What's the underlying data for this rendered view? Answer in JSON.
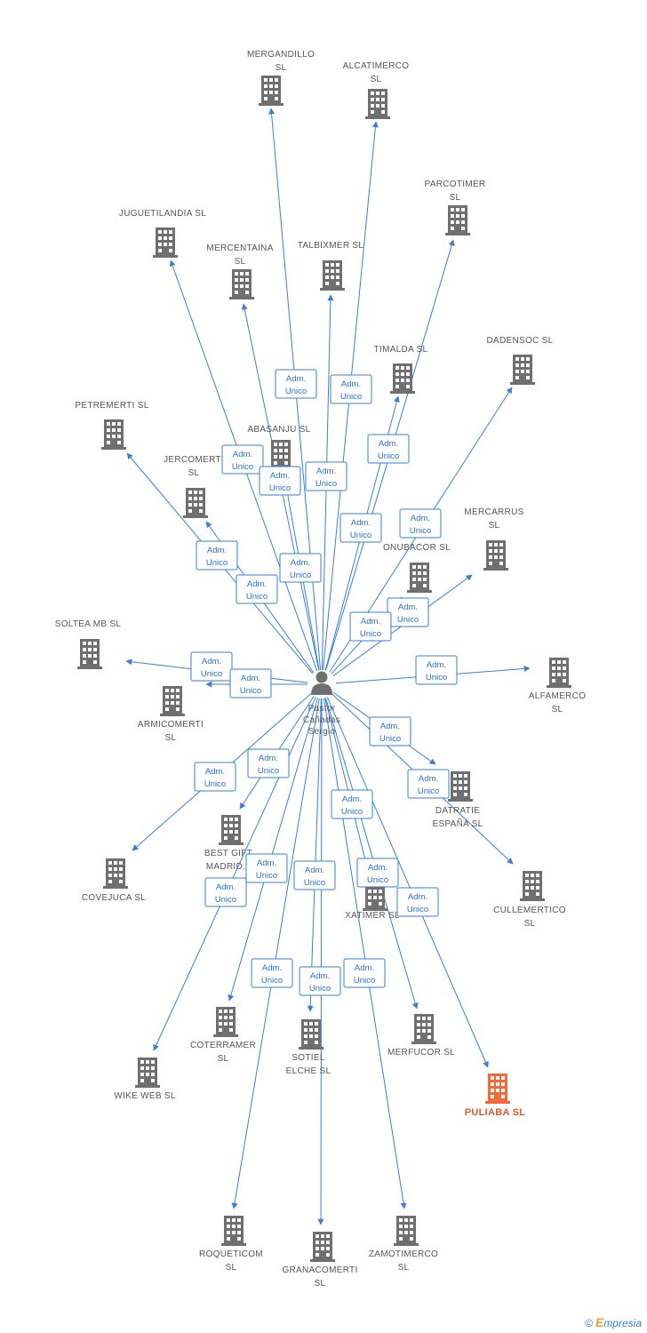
{
  "center": {
    "name_lines": [
      "Pastor",
      "Cañadas",
      "Sergio"
    ]
  },
  "edge_label_lines": [
    "Adm.",
    "Unico"
  ],
  "colors": {
    "edge": "#3a7fd5",
    "building": "#6f6f6f",
    "highlight": "#f26a3a"
  },
  "companies": [
    {
      "id": "mergandillo",
      "lines": [
        "MERGANDILLO",
        "SL"
      ]
    },
    {
      "id": "alcatimerco",
      "lines": [
        "ALCATIMERCO",
        "SL"
      ]
    },
    {
      "id": "parcotimer",
      "lines": [
        "PARCOTIMER",
        "SL"
      ]
    },
    {
      "id": "juguetilandia",
      "lines": [
        "JUGUETILANDIA SL"
      ]
    },
    {
      "id": "mercentaina",
      "lines": [
        "MERCENTAINA",
        "SL"
      ]
    },
    {
      "id": "talbixmer",
      "lines": [
        "TALBIXMER SL"
      ]
    },
    {
      "id": "dadensoc",
      "lines": [
        "DADENSOC SL"
      ]
    },
    {
      "id": "timalda",
      "lines": [
        "TIMALDA SL"
      ]
    },
    {
      "id": "petremerti",
      "lines": [
        "PETREMERTI SL"
      ]
    },
    {
      "id": "abasanju",
      "lines": [
        "ABASANJU SL"
      ]
    },
    {
      "id": "jercomerti",
      "lines": [
        "JERCOMERTI",
        "SL"
      ]
    },
    {
      "id": "mercarrus",
      "lines": [
        "MERCARRUS",
        "SL"
      ]
    },
    {
      "id": "onubacor",
      "lines": [
        "ONUBACOR SL"
      ]
    },
    {
      "id": "soltea",
      "lines": [
        "SOLTEA MB SL"
      ]
    },
    {
      "id": "armicomerti",
      "lines": [
        "ARMICOMERTI",
        "SL"
      ]
    },
    {
      "id": "alfamerco",
      "lines": [
        "ALFAMERCO",
        "SL"
      ]
    },
    {
      "id": "datratie",
      "lines": [
        "DATRATIE",
        "ESPAÑA SL"
      ]
    },
    {
      "id": "bestgift",
      "lines": [
        "BEST GIFT",
        "MADRID..."
      ]
    },
    {
      "id": "covejuca",
      "lines": [
        "COVEJUCA SL"
      ]
    },
    {
      "id": "cullemertico",
      "lines": [
        "CULLEMERTICO",
        "SL"
      ]
    },
    {
      "id": "xatimer",
      "lines": [
        "XATIMER SL"
      ]
    },
    {
      "id": "coterramer",
      "lines": [
        "COTERRAMER",
        "SL"
      ]
    },
    {
      "id": "sotiel",
      "lines": [
        "SOTIEL",
        "ELCHE SL"
      ]
    },
    {
      "id": "merfucor",
      "lines": [
        "MERFUCOR SL"
      ]
    },
    {
      "id": "puliaba",
      "lines": [
        "PULIABA SL"
      ],
      "highlight": true
    },
    {
      "id": "wikeweb",
      "lines": [
        "WIKE WEB SL"
      ]
    },
    {
      "id": "roqueticom",
      "lines": [
        "ROQUETICOM",
        "SL"
      ]
    },
    {
      "id": "granacomerti",
      "lines": [
        "GRANACOMERTI",
        "SL"
      ]
    },
    {
      "id": "zamotimerco",
      "lines": [
        "ZAMOTIMERCO",
        "SL"
      ]
    }
  ],
  "footer": {
    "copyright": "©",
    "brand_initial": "E",
    "brand_rest": "mpresia"
  }
}
